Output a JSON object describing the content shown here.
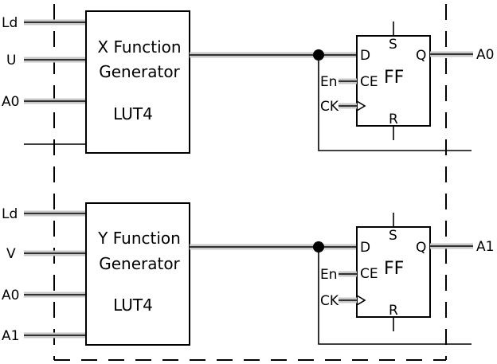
{
  "colors": {
    "line": "#000000",
    "wire_highlight": "#c8c8c8",
    "background": "#ffffff"
  },
  "top": {
    "inputs": [
      "Ld",
      "U",
      "A0"
    ],
    "lut": {
      "title_line1": "X Function",
      "title_line2": "Generator",
      "type": "LUT4"
    },
    "ff": {
      "label": "FF",
      "d": "D",
      "s": "S",
      "q": "Q",
      "ce": "CE",
      "r": "R",
      "en": "En",
      "ck": "CK"
    },
    "output": "A0"
  },
  "bottom": {
    "inputs": [
      "Ld",
      "V",
      "A0",
      "A1"
    ],
    "lut": {
      "title_line1": "Y Function",
      "title_line2": "Generator",
      "type": "LUT4"
    },
    "ff": {
      "label": "FF",
      "d": "D",
      "s": "S",
      "q": "Q",
      "ce": "CE",
      "r": "R",
      "en": "En",
      "ck": "CK"
    },
    "output": "A1"
  }
}
